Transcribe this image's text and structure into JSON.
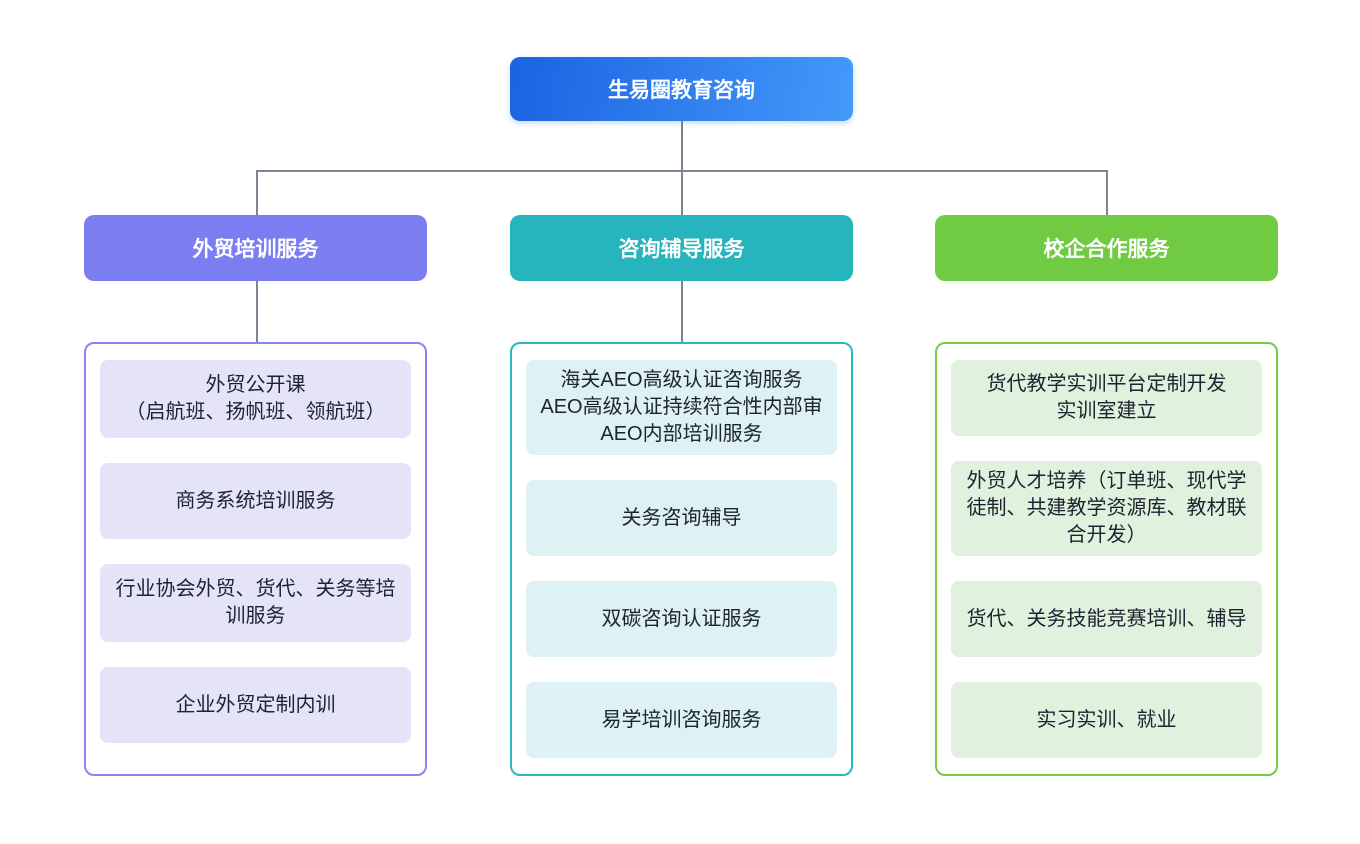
{
  "root": {
    "label": "生易圈教育咨询",
    "gradient_from": "#1b63e2",
    "gradient_to": "#4499fa",
    "text_color": "#ffffff"
  },
  "connector_color": "#7c8391",
  "branches": [
    {
      "label": "外贸培训服务",
      "color": "#7d7df2",
      "item_bg": "#e5e3f8",
      "items": [
        "外贸公开课\n（启航班、扬帆班、领航班）",
        "商务系统培训服务",
        "行业协会外贸、货代、关务等培训服务",
        "企业外贸定制内训"
      ]
    },
    {
      "label": "咨询辅导服务",
      "color": "#26b5bd",
      "item_bg": "#def1f3",
      "items": [
        "海关AEO高级认证咨询服务\nAEO高级认证持续符合性内部审\nAEO内部培训服务",
        "关务咨询辅导",
        "双碳咨询认证服务",
        "易学培训咨询服务"
      ]
    },
    {
      "label": "校企合作服务",
      "color": "#70cb43",
      "item_bg": "#e0f1dd",
      "items": [
        "货代教学实训平台定制开发\n实训室建立",
        "外贸人才培养（订单班、现代学徒制、共建教学资源库、教材联合开发）",
        "货代、关务技能竞赛培训、辅导",
        "实习实训、就业"
      ]
    }
  ]
}
